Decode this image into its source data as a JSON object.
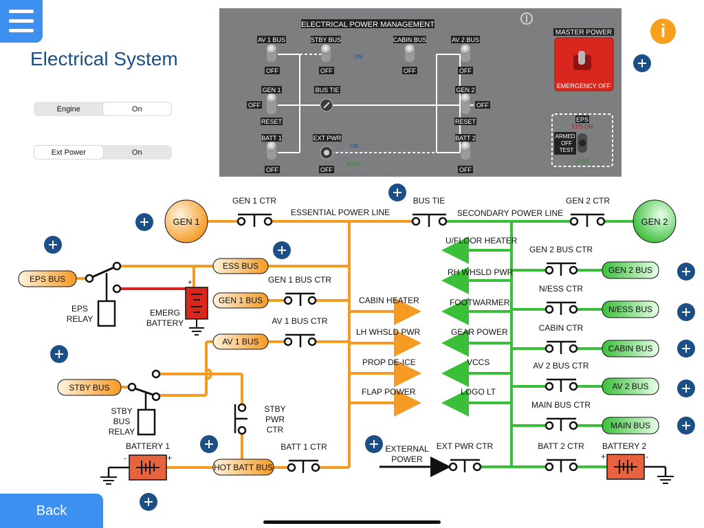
{
  "page": {
    "title": "Electrical System",
    "back_label": "Back",
    "info_label": "i"
  },
  "controls": [
    {
      "label": "Engine",
      "value": "On"
    },
    {
      "label": "Ext Power",
      "value": "On"
    }
  ],
  "panel": {
    "title": "ELECTRICAL POWER MANAGEMENT",
    "switches": [
      {
        "top": "AV 1 BUS",
        "bottom": "OFF"
      },
      {
        "top": "STBY BUS",
        "bottom": "OFF"
      },
      {
        "top": "CABIN BUS",
        "bottom": "OFF"
      },
      {
        "top": "AV 2 BUS",
        "bottom": "OFF"
      },
      {
        "top": "GEN 1",
        "left": "OFF",
        "bottom": "RESET"
      },
      {
        "top": "GEN 2",
        "right": "OFF",
        "bottom": "RESET"
      },
      {
        "top": "BATT 1",
        "bottom": "OFF"
      },
      {
        "top": "BATT 2",
        "bottom": "OFF"
      }
    ],
    "bus_tie_label": "BUS TIE",
    "ext_pwr_label": "EXT PWR",
    "ext_pwr_bottom": "OFF",
    "stby_on": "ON",
    "ext_on": "ON",
    "ext_avail": "AVAIL",
    "master_power_title": "MASTER POWER",
    "emergency_off": "EMERGENCY OFF",
    "eps_label": "EPS",
    "eps_on": "EPS ON",
    "eps_armed": "ARMED",
    "eps_off": "OFF",
    "eps_test": "TEST",
    "eps_test_lamp": "TEST"
  },
  "diagram": {
    "gen1": "GEN 1",
    "gen2": "GEN 2",
    "gen1_ctr": "GEN 1 CTR",
    "gen2_ctr": "GEN 2 CTR",
    "bus_tie": "BUS TIE",
    "essential_line": "ESSENTIAL POWER LINE",
    "secondary_line": "SECONDARY POWER LINE",
    "eps_bus": "EPS BUS",
    "eps_relay": [
      "EPS",
      "RELAY"
    ],
    "ess_bus": "ESS BUS",
    "emerg_battery": [
      "EMERG",
      "BATTERY"
    ],
    "gen1_bus_ctr": "GEN 1 BUS CTR",
    "gen1_bus": "GEN 1 BUS",
    "av1_bus_ctr": "AV 1 BUS CTR",
    "av1_bus": "AV 1 BUS",
    "stby_bus": "STBY BUS",
    "stby_bus_relay": [
      "STBY",
      "BUS",
      "RELAY"
    ],
    "stby_pwr_ctr": [
      "STBY",
      "PWR",
      "CTR"
    ],
    "battery1": "BATTERY 1",
    "hot_batt_bus": "HOT BATT BUS",
    "batt1_ctr": "BATT 1 CTR",
    "cabin_heater": "CABIN HEATER",
    "lh_whsld": "LH WHSLD PWR",
    "prop_deice": "PROP DE-ICE",
    "flap_power": "FLAP POWER",
    "ufloor_heater": "U/FLOOR HEATER",
    "rh_whsld": "RH WHSLD PWR",
    "footwarmer": "FOOTWARMER",
    "gear_power": "GEAR POWER",
    "vccs": "VCCS",
    "logo_lt": "LOGO LT",
    "gen2_bus_ctr": "GEN 2 BUS CTR",
    "gen2_bus": "GEN 2 BUS",
    "ness_ctr": "N/ESS CTR",
    "ness_bus": "N/ESS BUS",
    "cabin_ctr": "CABIN CTR",
    "cabin_bus": "CABIN BUS",
    "av2_bus_ctr": "AV 2 BUS CTR",
    "av2_bus": "AV 2 BUS",
    "main_bus_ctr": "MAIN BUS CTR",
    "main_bus": "MAIN BUS",
    "external_power": [
      "EXTERNAL",
      "POWER"
    ],
    "ext_pwr_ctr": "EXT PWR CTR",
    "batt2_ctr": "BATT 2 CTR",
    "battery2": "BATTERY 2"
  },
  "colors": {
    "essential": "#f59a23",
    "secondary": "#3bbf3b",
    "emergency": "#d9271e",
    "accent": "#3d8ff0",
    "plus": "#1b4f86",
    "info": "#f8a01e"
  },
  "icons": [
    "menu-icon",
    "info-icon",
    "plus-icon",
    "ground-icon",
    "battery-icon",
    "relay-icon"
  ]
}
